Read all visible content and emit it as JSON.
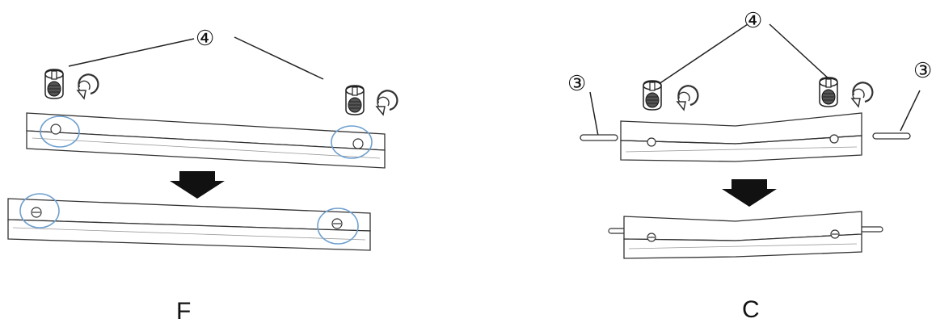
{
  "panels": [
    {
      "id": "left",
      "label": "F",
      "callout": "④"
    },
    {
      "id": "right",
      "label": "C",
      "callout_top": "④",
      "callout_side_left": "③",
      "callout_side_right": "③"
    }
  ],
  "colors": {
    "highlight_circle": "#6fa0cf",
    "line": "#222222",
    "arrow": "#111111"
  }
}
